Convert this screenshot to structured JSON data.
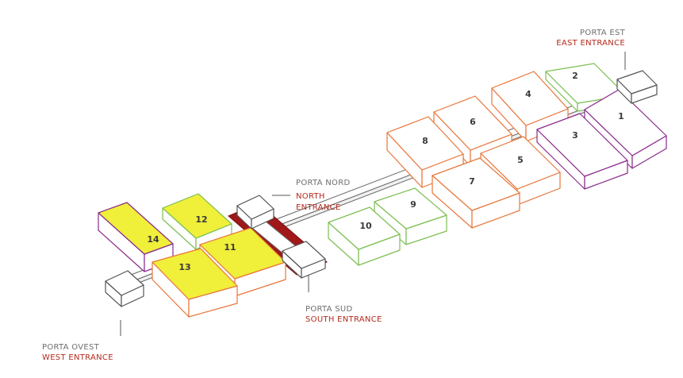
{
  "colors": {
    "orange": "#e8763a",
    "purple": "#8a2a8a",
    "green": "#7cbf52",
    "yellow": "#f0ef3a",
    "grey": "#555555",
    "entrance_red": "#a01818",
    "italian_text": "#6e6e6e",
    "english_text": "#b42a1e"
  },
  "halls": [
    {
      "id": "hall-1",
      "label": "1",
      "color": "purple"
    },
    {
      "id": "hall-2",
      "label": "2",
      "color": "green"
    },
    {
      "id": "hall-3",
      "label": "3",
      "color": "purple"
    },
    {
      "id": "hall-4",
      "label": "4",
      "color": "orange"
    },
    {
      "id": "hall-5",
      "label": "5",
      "color": "orange"
    },
    {
      "id": "hall-6",
      "label": "6",
      "color": "orange"
    },
    {
      "id": "hall-7",
      "label": "7",
      "color": "orange"
    },
    {
      "id": "hall-8",
      "label": "8",
      "color": "orange"
    },
    {
      "id": "hall-9",
      "label": "9",
      "color": "green"
    },
    {
      "id": "hall-10",
      "label": "10",
      "color": "green"
    },
    {
      "id": "hall-11",
      "label": "11",
      "color": "orange",
      "fill": "yellow"
    },
    {
      "id": "hall-12",
      "label": "12",
      "color": "green",
      "fill": "yellow"
    },
    {
      "id": "hall-13",
      "label": "13",
      "color": "orange",
      "fill": "yellow"
    },
    {
      "id": "hall-14",
      "label": "14",
      "color": "purple",
      "fill": "yellow"
    }
  ],
  "entrances": {
    "east": {
      "it": "PORTA EST",
      "en": "EAST ENTRANCE"
    },
    "north": {
      "it": "PORTA NORD",
      "en_line1": "NORTH",
      "en_line2": "ENTRANCE"
    },
    "south": {
      "it": "PORTA SUD",
      "en": "SOUTH ENTRANCE"
    },
    "west": {
      "it": "PORTA OVEST",
      "en": "WEST ENTRANCE"
    }
  }
}
